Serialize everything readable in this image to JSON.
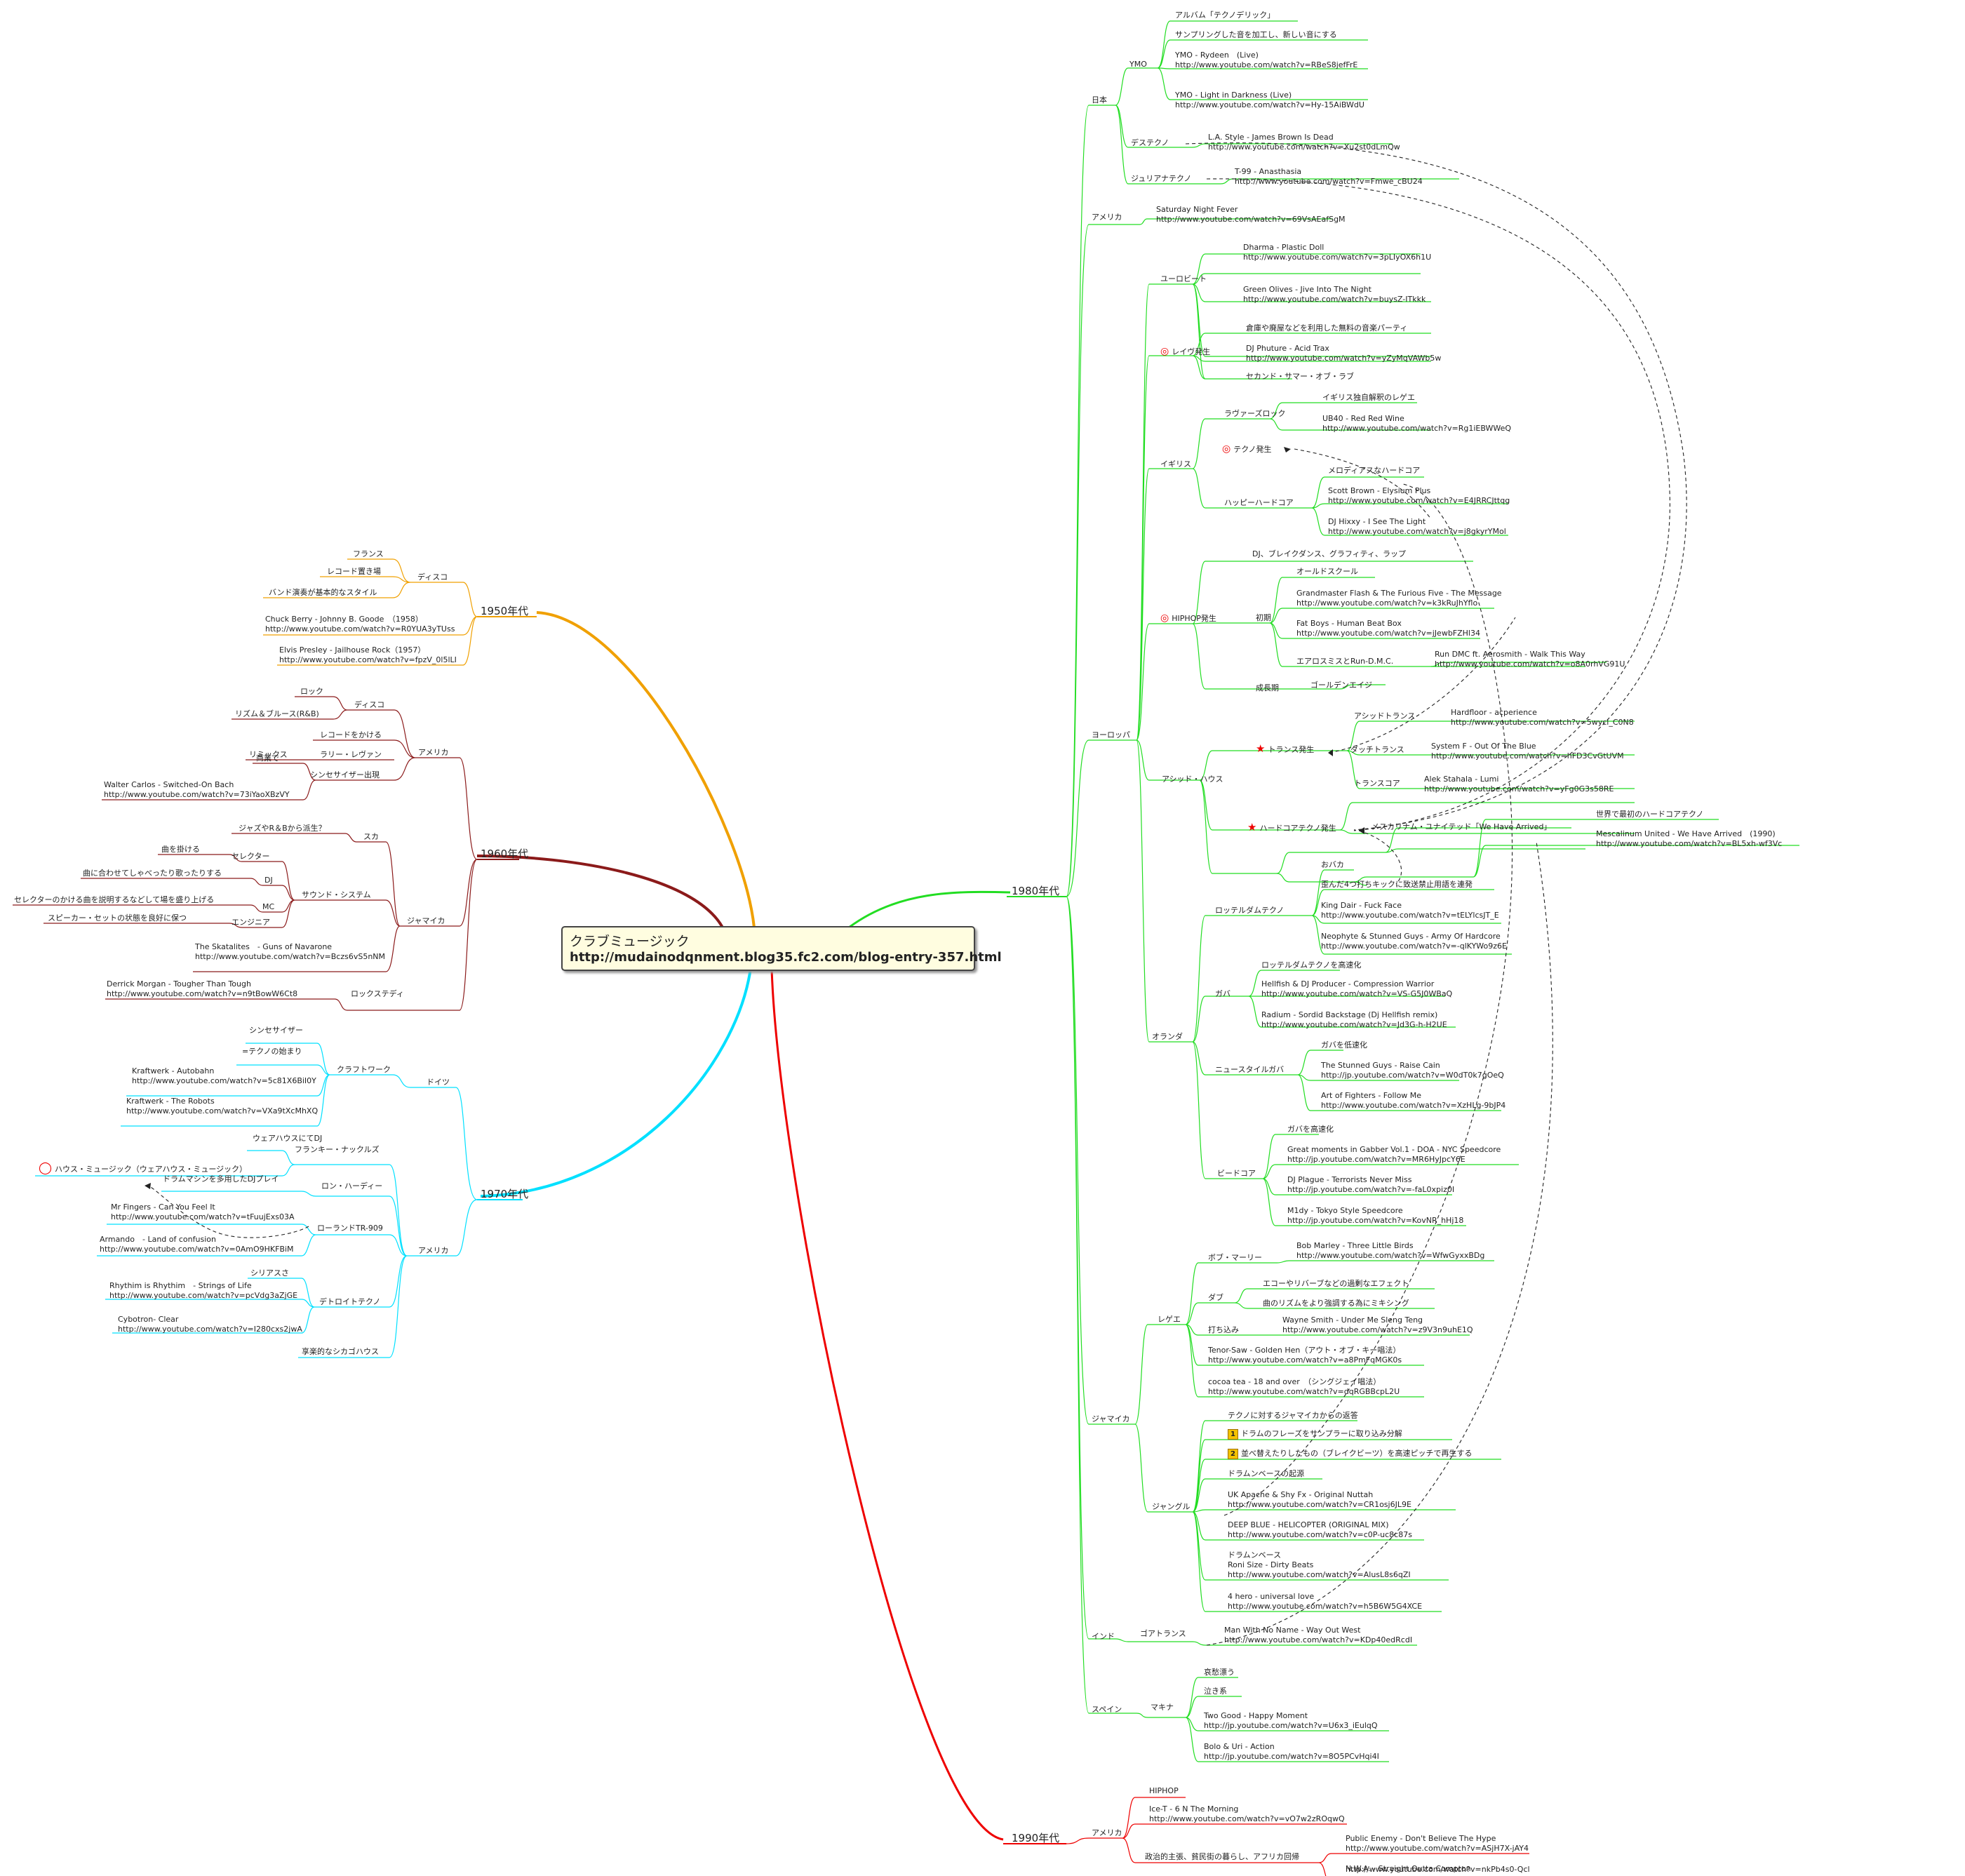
{
  "root": {
    "title": "クラブミュージック",
    "url": "http://mudainodqnment.blog35.fc2.com/blog-entry-357.html"
  },
  "colors": {
    "1950": "#f0a000",
    "1960": "#8b1a1a",
    "1970": "#00e0ff",
    "1980": "#22dd22",
    "1990": "#ee0000"
  },
  "eras": {
    "e1950": "1950年代",
    "e1960": "1960年代",
    "e1970": "1970年代",
    "e1980": "1980年代",
    "e1990": "1990年代"
  },
  "n": {
    "a1": "フランス",
    "a2": "レコード置き場",
    "a3": "バンド演奏が基本的なスタイル",
    "a4": "ディスコ",
    "a5a": "Chuck Berry - Johnny B. Goode　（1958）",
    "a5b": "http://www.youtube.com/watch?v=R0YUA3yTUss",
    "a6a": "Elvis Presley - Jailhouse Rock（1957）",
    "a6b": "http://www.youtube.com/watch?v=fpzV_0l5lLI",
    "b1": "ロック",
    "b2": "リズム＆ブルース(R&B)",
    "b3": "ディスコ",
    "b4": "レコードをかける",
    "b5": "リミックス",
    "b6": "ラリー・レヴァン",
    "b7": "商業で",
    "b8": "シンセサイザー出現",
    "b9a": "Walter Carlos - Switched-On Bach",
    "b9b": "http://www.youtube.com/watch?v=73iYaoXBzVY",
    "b10": "アメリカ",
    "b11": "ジャズやR＆Bから派生？",
    "b12": "スカ",
    "b13": "曲を掛ける",
    "b14": "セレクター",
    "b15": "曲に合わせてしゃべったり歌ったりする",
    "b16": "DJ",
    "b17": "セレクターのかける曲を説明するなどして場を盛り上げる",
    "b18": "MC",
    "b19": "スピーカー・セットの状態を良好に保つ",
    "b20": "エンジニア",
    "b21": "サウンド・システム",
    "b22a": "The Skatalites　- Guns of Navarone",
    "b22b": "http://www.youtube.com/watch?v=Bczs6vS5nNM",
    "b23": "ジャマイカ",
    "b24a": "Derrick Morgan - Tougher Than Tough",
    "b24b": "http://www.youtube.com/watch?v=n9tBowW6Ct8",
    "b25": "ロックステディ",
    "c1": "シンセサイザー",
    "c2": "=テクノの始まり",
    "c3a": "Kraftwerk - Autobahn",
    "c3b": "http://www.youtube.com/watch?v=5c81X6BiI0Y",
    "c4": "クラフトワーク",
    "c5a": "Kraftwerk - The Robots",
    "c5b": "http://www.youtube.com/watch?v=VXa9tXcMhXQ",
    "c6": "ドイツ",
    "c7": "ウェアハウスにてDJ",
    "c8": "フランキー・ナックルズ",
    "c9": "ハウス・ミュージック（ウェアハウス・ミュージック）",
    "c10": "ドラムマシンを多用したDJプレイ",
    "c11": "ロン・ハーディー",
    "c12a": "Mr Fingers - Can You Feel It",
    "c12b": "http://www.youtube.com/watch?v=tFuujExs03A",
    "c13": "ローランドTR-909",
    "c14a": "Armando　- Land of confusion",
    "c14b": "http://www.youtube.com/watch?v=0AmO9HKFBiM",
    "c15": "アメリカ",
    "c16": "シリアスさ",
    "c17a": "Rhythim is Rhythim　- Strings of Life",
    "c17b": "http://www.youtube.com/watch?v=pcVdg3aZjGE",
    "c18": "デトロイトテクノ",
    "c19a": "Cybotron- Clear",
    "c19b": "http://www.youtube.com/watch?v=I280cxs2jwA",
    "c20": "享楽的なシカゴハウス",
    "d1": "アルバム「テクノデリック」",
    "d2": "サンプリングした音を加工し、新しい音にする",
    "d3a": "YMO - Rydeen　(Live)",
    "d3b": "http://www.youtube.com/watch?v=RBeS8jefFrE",
    "d4": "YMO",
    "d5a": "YMO - Light in Darkness (Live)",
    "d5b": "http://www.youtube.com/watch?v=Hy-15AiBWdU",
    "d6": "日本",
    "d7": "デステクノ",
    "d8a": "L.A. Style - James Brown Is Dead",
    "d8b": "http://www.youtube.com/watch?v=Xu2st0dLmQw",
    "d9": "ジュリアナテクノ",
    "d10a": "T-99 - Anasthasia",
    "d10b": "http://www.youtube.com/watch?v=Fmwe_cBU24",
    "d11": "アメリカ",
    "d12a": "Saturday Night Fever",
    "d12b": "http://www.youtube.com/watch?v=69VsAEafSgM",
    "d13a": "Dharma - Plastic Doll",
    "d13b": "http://www.youtube.com/watch?v=3pLIyOX6h1U",
    "d14": "ユーロビート",
    "d15a": "Green Olives - Jive Into The Night",
    "d15b": "http://www.youtube.com/watch?v=buysZ-ITkkk",
    "d16": "倉庫や廃屋などを利用した無料の音楽パーティ",
    "d17": "レイヴ発生",
    "d18a": "DJ Phuture - Acid Trax",
    "d18b": "http://www.youtube.com/watch?v=yZyMqVAWb5w",
    "d19": "セカンド・サマー・オブ・ラブ",
    "d20": "イギリス独自解釈のレゲエ",
    "d21": "ラヴァーズロック",
    "d22a": "UB40 - Red Red Wine",
    "d22b": "http://www.youtube.com/watch?v=Rg1iEBWWeQ",
    "d23": "テクノ発生",
    "d24": "イギリス",
    "d25": "メロディアスなハードコア",
    "d26a": "Scott Brown - Elysium Plus",
    "d26b": "http://www.youtube.com/watch?v=E4JRRCJttqg",
    "d27": "ハッピーハードコア",
    "d28a": "DJ Hixxy - I See The Light",
    "d28b": "http://www.youtube.com/watch?v=j8gkyrYMol",
    "d29": "DJ、ブレイクダンス、グラフィティ、ラップ",
    "d30": "オールドスクール",
    "d31a": "Grandmaster Flash & The Furious Five - The Message",
    "d31b": "http://www.youtube.com/watch?v=k3kRuJhYflo",
    "d32": "HIPHOP発生",
    "d33": "初期",
    "d34a": "Fat Boys - Human Beat Box",
    "d34b": "http://www.youtube.com/watch?v=jJewbFZHl34",
    "d35": "エアロスミスとRun-D.M.C.",
    "d36a": "Run DMC ft. Aerosmith - Walk This Way",
    "d36b": "http://www.youtube.com/watch?v=o8A0rhVG91U",
    "d37": "成長期",
    "d38": "ゴールデンエイジ",
    "d39": "ヨーロッパ",
    "d40": "アシッドトランス",
    "d41a": "Hardfloor - acperience",
    "d41b": "http://www.youtube.com/watch?v=5wycl_C0N8",
    "d42": "トランス発生",
    "d43": "ダッチトランス",
    "d44a": "System F - Out Of The Blue",
    "d44b": "http://www.youtube.com/watch?v=hFD3CvGtUVM",
    "d45": "アシッド・ハウス",
    "d46": "トランスコア",
    "d47a": "Alek Stahala - Lumi",
    "d47b": "http://www.youtube.com/watch?v=yFg0G3s58RE",
    "d48": "世界で最初のハードコアテクノ",
    "d49": "ハードコアテクノ発生",
    "d50": "メスカリナム・ユナイテッド「We Have Arrived」",
    "d51a": "Mescalinum United - We Have Arrived　(1990)",
    "d51b": "http://www.youtube.com/watch?v=BL5xh-wf3Vc",
    "d52": "おバカ",
    "d53": "歪んだ4つ打ちキックに致送禁止用語を連発",
    "d54": "ロッテルダムテクノ",
    "d55a": "King Dair - Fuck Face",
    "d55b": "http://www.youtube.com/watch?v=tELYlcsJT_E",
    "d56a": "Neophyte & Stunned Guys - Army Of Hardcore",
    "d56b": "http://www.youtube.com/watch?v=-qlKYWo9z6E",
    "d57": "ロッテルダムテクノを高速化",
    "d58a": "Hellfish & DJ Producer - Compression Warrior",
    "d58b": "http://www.youtube.com/watch?v=VS-G5J0WBaQ",
    "d59": "ガバ",
    "d60a": "Radium - Sordid Backstage (Dj Hellfish remix)",
    "d60b": "http://www.youtube.com/watch?v=Jd3G-h-H2UE",
    "d61": "オランダ",
    "d62": "ガバを低速化",
    "d63a": "The Stunned Guys - Raise Cain",
    "d63b": "http://jp.youtube.com/watch?v=W0dT0k7gOeQ",
    "d64": "ニュースタイルガバ",
    "d65a": "Art of Fighters - Follow Me",
    "d65b": "http://www.youtube.com/watch?v=XzHLg-9bJP4",
    "d66": "ガバを高速化",
    "d67a": "Great moments in Gabber Vol.1 - DOA - NYC Speedcore",
    "d67b": "http://jp.youtube.com/watch?v=MR6HyJpcY6E",
    "d68": "ビードコア",
    "d69a": "DJ Plague - Terrorists Never Miss",
    "d69b": "http://jp.youtube.com/watch?v=-faL0xpiz0I",
    "d70a": "M1dy - Tokyo Style Speedcore",
    "d70b": "http://jp.youtube.com/watch?v=KovNR_hHj18",
    "d71": "ボブ・マーリー",
    "d72a": "Bob Marley - Three Little Birds",
    "d72b": "http://www.youtube.com/watch?v=WfwGyxxBDg",
    "d73": "エコーやリバーブなどの過剰なエフェクト",
    "d74": "ダブ",
    "d75": "曲のリズムをより強調する為にミキシング",
    "d76": "打ち込み",
    "d77a": "Wayne Smith - Under Me Sleng Teng",
    "d77b": "http://www.youtube.com/watch?v=z9V3n9uhE1Q",
    "d78": "レゲエ",
    "d79a": "Tenor-Saw - Golden Hen（アウト・オブ・キー唱法）",
    "d79b": "http://www.youtube.com/watch?v=a8PmFqMGK0s",
    "d80a": "cocoa tea - 18 and over　（シングジェイ唱法）",
    "d80b": "http://www.youtube.com/watch?v=dqRGBBcpL2U",
    "d81": "テクノに対するジャマイカからの返答",
    "d82": "ドラムのフレーズをサンプラーに取り込み分解",
    "d83": "並べ替えたりしたもの（ブレイクビーツ）を高速ピッチで再生する",
    "d84": "ドラムンベースの起源",
    "d85": "ジャマイカ",
    "d86a": "UK Apache & Shy Fx - Original Nuttah",
    "d86b": "http://www.youtube.com/watch?v=CR1osj6JL9E",
    "d87": "ジャングル",
    "d88a": "DEEP BLUE - HELICOPTER (ORIGINAL MIX)",
    "d88b": "http://www.youtube.com/watch?v=c0P-uc8c87s",
    "d89a": "ドラムンベース",
    "d89b": "Roni Size - Dirty Beats",
    "d89c": "http://www.youtube.com/watch?v=AlusL8s6qZI",
    "d90a": "4 hero - universal love",
    "d90b": "http://www.youtube.com/watch?v=h5B6W5G4XCE",
    "d91": "インド",
    "d92": "ゴアトランス",
    "d93a": "Man With No Name - Way Out West",
    "d93b": "http://www.youtube.com/watch?v=KDp40edRcdI",
    "d94": "哀愁漂う",
    "d95": "泣き系",
    "d96": "スペイン",
    "d97": "マキナ",
    "d98a": "Two Good - Happy Moment",
    "d98b": "http://jp.youtube.com/watch?v=U6x3_iEulqQ",
    "d99a": "Bolo & Uri - Action",
    "d99b": "http://jp.youtube.com/watch?v=8O5PCvHqi4I",
    "f1": "HIPHOP",
    "f2a": "Ice-T - 6 N The Morning",
    "f2b": "http://www.youtube.com/watch?v=vO7w2zROqwQ",
    "f3": "アメリカ",
    "f4": "政治的主張、貧民街の暮らし、アフリカ回帰",
    "f5a": "Public Enemy - Don't Believe The Hype",
    "f5b": "http://www.youtube.com/watch?v=ASjH7X-jAY4",
    "f6a": "N.W.A. - Straight Outta Compton",
    "f6b": "http://www.youtube.com/watch?v=nkPb4s0-Qcl"
  }
}
